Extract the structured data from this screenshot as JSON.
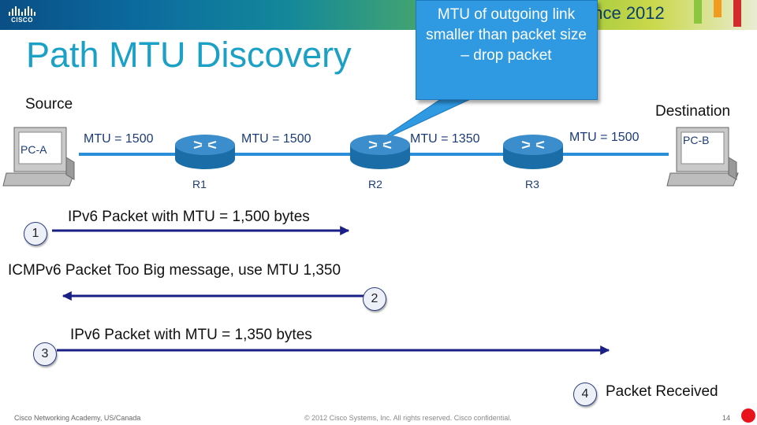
{
  "header": {
    "logo_text": "CISCO",
    "conference_text": "ence 2012",
    "colors": {
      "gradient_start": "#0a4f86",
      "gradient_end": "#c9d84a",
      "stripe_green": "#8cc63f",
      "stripe_orange": "#f29c1f",
      "stripe_red": "#d12b2b"
    }
  },
  "slide": {
    "title": "Path MTU Discovery",
    "callout": "MTU of outgoing link smaller than packet size – drop packet"
  },
  "network": {
    "source_label": "Source",
    "destination_label": "Destination",
    "pc_a": "PC-A",
    "pc_b": "PC-B",
    "routers": [
      "R1",
      "R2",
      "R3"
    ],
    "link_labels": [
      "MTU = 1500",
      "MTU = 1500",
      "MTU = 1350",
      "MTU = 1500"
    ]
  },
  "steps": [
    {
      "num": "1",
      "text": "IPv6 Packet with MTU = 1,500 bytes"
    },
    {
      "num": "2",
      "text": "ICMPv6 Packet Too Big message, use MTU 1,350"
    },
    {
      "num": "3",
      "text": "IPv6 Packet with MTU = 1,350 bytes"
    },
    {
      "num": "4",
      "text": "Packet Received"
    }
  ],
  "footer": {
    "left": "Cisco Networking Academy, US/Canada",
    "center": "© 2012 Cisco Systems, Inc. All rights reserved. Cisco confidential.",
    "page": "14"
  },
  "colors": {
    "title": "#1ba0c6",
    "callout": "#2f99e2",
    "link": "#2a8fd8",
    "arrow": "#1a1f86",
    "router": "#1a6da6"
  }
}
